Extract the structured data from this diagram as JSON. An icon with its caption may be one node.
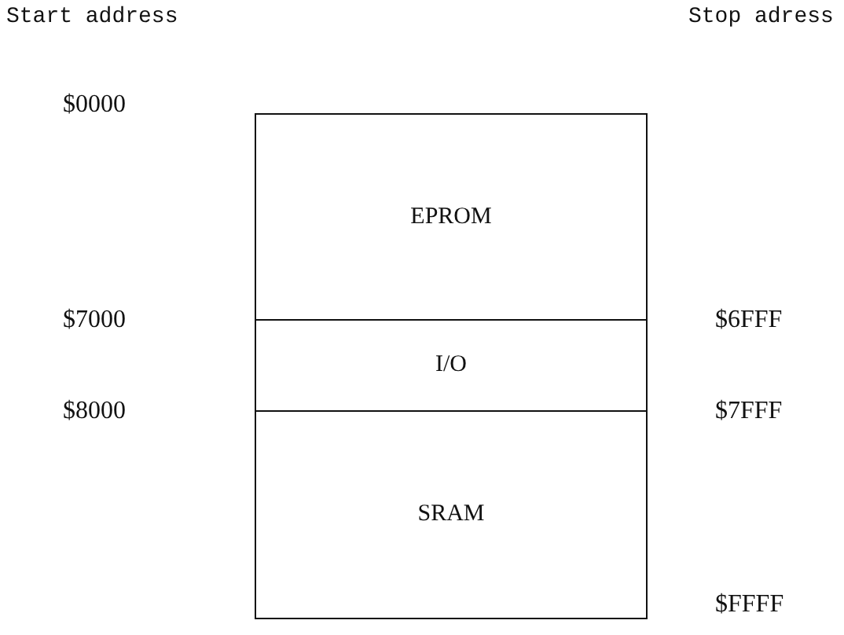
{
  "diagram": {
    "nodes": [
      {
        "text": [
          "EPROM"
        ]
      },
      {
        "text": [
          "I/O"
        ]
      },
      {
        "text": [
          "SRAM"
        ]
      }
    ],
    "labels": [
      "Start address",
      "Stop adress",
      "$0000",
      "$7000",
      "$6FFF",
      "$8000",
      "$7FFF",
      "$FFFF"
    ]
  }
}
